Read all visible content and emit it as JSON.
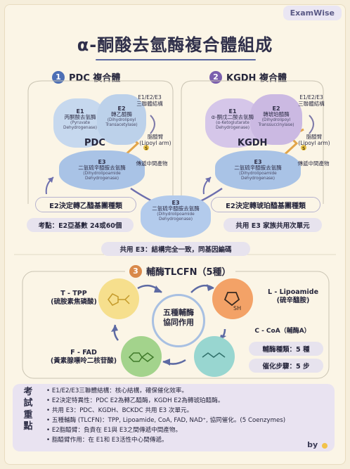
{
  "brand": "ExamWise",
  "title": "α-酮酸去氫酶複合體組成",
  "sections": {
    "pdc": {
      "num": "1",
      "title": "PDC 複合體"
    },
    "kgdh": {
      "num": "2",
      "title": "KGDH 複合體"
    },
    "coenzyme": {
      "num": "3",
      "title": "輔酶TLCFN（5種）"
    }
  },
  "pdc": {
    "center": "PDC",
    "e1": {
      "name": "E1",
      "zh": "丙酮酸去氫酶",
      "en1": "(Pyruvate",
      "en2": "Dehydrogenase)"
    },
    "e2": {
      "name": "E2",
      "zh": "轉乙醯酶",
      "en1": "(Dihydrolipoyl",
      "en2": "Transacetylase)"
    },
    "e3": {
      "name": "E3",
      "zh": "二氫硫辛醯胺去氫酶",
      "en1": "(Dihydrolipoamide",
      "en2": "Dehydrogenase)"
    },
    "note_tri": [
      "E1/E2/E3",
      "三聯體結構"
    ],
    "note_arm": [
      "脂醯臂",
      "(Lipoyl arm)"
    ],
    "note_pass": "傳遞中間產物",
    "e2_role": "E2決定轉乙醯基團種類",
    "exam_point": "考點：E2亞基數 24或60個"
  },
  "kgdh": {
    "center": "KGDH",
    "e1": {
      "name": "E1",
      "zh": "α-酮戊二酸去氫酶",
      "en1": "(α-Ketoglutarate",
      "en2": "Dehydrogenase)"
    },
    "e2": {
      "name": "E2",
      "zh": "轉琥珀醯酶",
      "en1": "(Dihydrolipoyl",
      "en2": "Transsuccinylase)"
    },
    "e3": {
      "name": "E3",
      "zh": "二氫硫辛醯胺去氫酶",
      "en1": "(Dihydrolipoamide",
      "en2": "Dehydrogenase)"
    },
    "note_tri": [
      "E1/E2/E3",
      "三聯體結構"
    ],
    "note_arm": [
      "脂醯臂",
      "(Lipoyl arm)"
    ],
    "note_pass": "傳遞中間產物",
    "e2_role": "E2決定轉琥珀醯基團種類",
    "shared_e3": "共用 E3 家族共用次單元"
  },
  "shared_e3_center": {
    "name": "E3",
    "zh": "二氫硫辛醯胺去氫酶",
    "en1": "(Dihydrolipoamide",
    "en2": "Dehydrogenase)"
  },
  "shared_e3_note": "共用 E3：結構完全一致，同基因編碼",
  "coenzymes": {
    "center": [
      "五種輔酶",
      "協同作用"
    ],
    "tpp": [
      "T - TPP",
      "(硫胺素焦磷酸)"
    ],
    "lipoamide": [
      "L - Lipoamide",
      "(硫辛醯胺)"
    ],
    "coa": "C - CoA（輔酶A）",
    "fad": [
      "F - FAD",
      "(黃素腺嘌呤二核苷酸)"
    ],
    "count": "輔酶種類：5 種",
    "steps": "催化步驟：5 步",
    "sh": "SH"
  },
  "exam": {
    "tag": [
      "考",
      "試",
      "重",
      "點"
    ],
    "points": [
      "E1/E2/E3三聯體結構：核心結構，確保催化效率。",
      "E2決定特異性：PDC E2為轉乙醯酶，KGDH E2為轉琥珀醯酶。",
      "共用 E3：PDC、KGDH、BCKDC 共用 E3 次單元。",
      "五種輔酶 (TLCFN)：TPP, Lipoamide, CoA, FAD, NAD⁺, 協同催化。(5 Coenzymes)",
      "E2脂醯臂：負責在 E1與 E3之間傳遞中間產物。",
      "脂醯臂作用：在 E1和 E3活性中心間傳遞。"
    ]
  },
  "byline": "by",
  "colors": {
    "blue": "#bcd1ea",
    "purple": "#cbb9e2",
    "e3blue": "#a9c3e6",
    "orange": "#f2a062",
    "green": "#9fd08a",
    "teal": "#8fd3cf",
    "yellow": "#f6df8d"
  }
}
